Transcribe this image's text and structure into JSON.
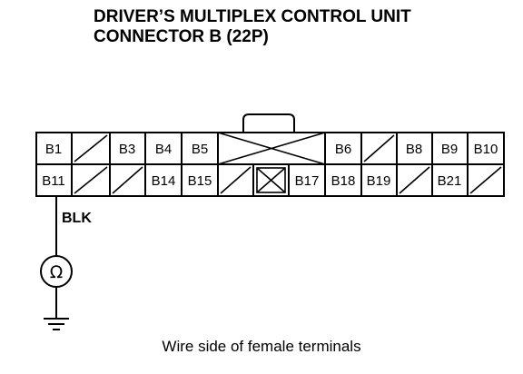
{
  "title": {
    "line1": "DRIVER’S MULTIPLEX CONTROL UNIT",
    "line2": "CONNECTOR B (22P)"
  },
  "connector": {
    "top_row": [
      "B1",
      "",
      "B3",
      "B4",
      "B5",
      "",
      "",
      "B6",
      "",
      "B8",
      "B9",
      "B10"
    ],
    "bottom_row": [
      "B11",
      "",
      "",
      "B14",
      "B15",
      "",
      "",
      "B17",
      "B18",
      "B19",
      "",
      "B21",
      ""
    ]
  },
  "wire": {
    "color_label": "BLK",
    "meter_symbol": "Ω"
  },
  "caption": "Wire side of female terminals"
}
